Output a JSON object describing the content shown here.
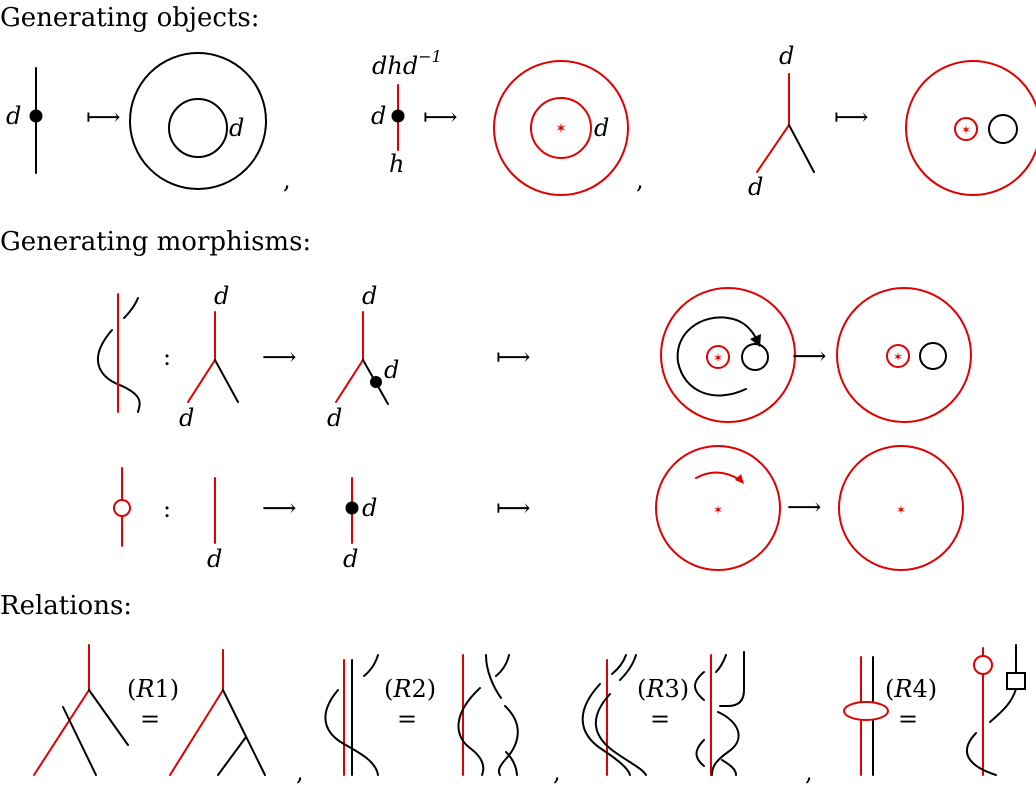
{
  "headings": {
    "objects": "Generating objects:",
    "morphisms": "Generating morphisms:",
    "relations": "Relations:"
  },
  "labels": {
    "d": "d",
    "h": "h",
    "dhd_base": "dhd",
    "dhd_exp": "−1",
    "colon": ":",
    "comma": ",",
    "maps_to": "⟼",
    "arrow": "⟶",
    "equals": "="
  },
  "relations": [
    {
      "tag": "(R1)",
      "R": "R",
      "n": "1"
    },
    {
      "tag": "(R2)",
      "R": "R",
      "n": "2"
    },
    {
      "tag": "(R3)",
      "R": "R",
      "n": "3"
    },
    {
      "tag": "(R4)",
      "R": "R",
      "n": "4"
    }
  ],
  "colors": {
    "ink": "#000000",
    "red_strand": "#e00000"
  }
}
